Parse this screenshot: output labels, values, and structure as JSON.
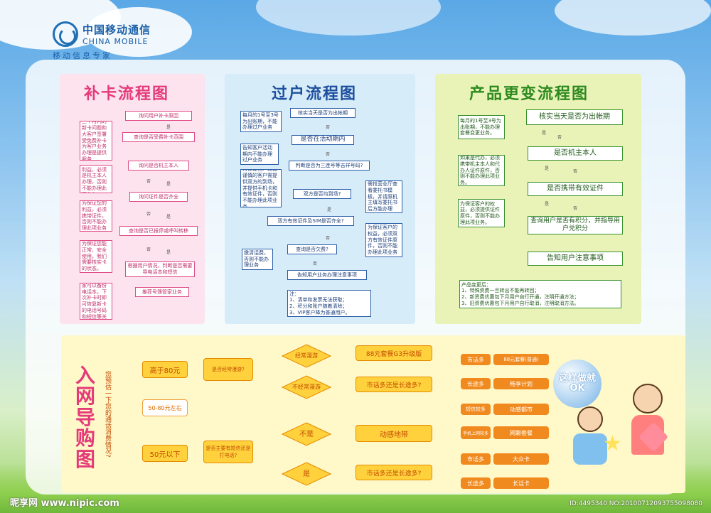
{
  "brand": {
    "cn": "中国移动通信",
    "en": "CHINA MOBILE",
    "slogan": "移动信息专家"
  },
  "colors": {
    "pink": "#e04b86",
    "blue": "#2b5ea8",
    "green": "#3a8f2c",
    "orange": "#f08a1e"
  },
  "card": {
    "title": "补卡流程图",
    "steps": [
      "询问用户补卡原因",
      "查询是否受费补卡范围",
      "询问是否机主本人",
      "询问证件是否齐全",
      "查询是否已报停或呼叫转移",
      "根据用户情况，判断是否需要导电话本和短信",
      "推荐号簿管家业务"
    ],
    "notes": [
      "三个月内的新卡问题和大客户签署受免费补卡为客户业务办理是提供服务",
      "为保证您的利益，必须是机主本人办理，否则不能办理此项业务",
      "为保证您的利益，必须携带证件，否则不能办理此项业务",
      "为保证您能正常、安全使用，我们需要核实卡的状态。",
      "开通号簿管家可以备份电话本，下次补卡时即可恢复新卡的电话号码和短信等关联"
    ],
    "yes": "是",
    "no": "否"
  },
  "transfer": {
    "title": "过户流程图",
    "steps": [
      "核实当天是否为出帐期",
      "是否在活动期内",
      "判断是否为三连号等吉祥号码?",
      "双方是否均到场?",
      "双方有效证件及SIM是否齐全?",
      "查询是否欠费?",
      "告知用户业务办理注意事项"
    ],
    "notes": [
      "每月的1号至3号为出账期，不能办理过户业务",
      "告知客户活动期内不能办理过户业务",
      "为保证客户权益谨慎的客户需提供双方的到场，并提供手机卡和有效证件，否则不能办理此项业务",
      "需找营业厅查看委托书模板，并请原机主填写委托书后方能办理",
      "为保证客户的权益，必须双方有效证件原件，否则不能办理此项业务",
      "缴清话费，否则不能办理业务"
    ],
    "final": "注：\n1、清单和发票无法获取；\n2、积分和账户随着清除；\n3、VIP客户降为普通用户。",
    "yes": "是",
    "no": "否"
  },
  "product": {
    "title": "产品更变流程图",
    "steps": [
      "核实当天是否为出帐期",
      "是否机主本人",
      "是否携带有效证件",
      "查询用户是否有积分，并指导用户兑积分",
      "告知用户注意事项"
    ],
    "notes": [
      "每月的1号至3号为出账期，不能办理套餐变更业务。",
      "如果是代办，必须携带机主本人和代办人证件原件，否则不能办理此项业务。",
      "为保证客户的权益，必须提供证件原件，否则不能办理此项业务。"
    ],
    "final": "产品变更后：\n1、特殊资费一旦转出不能再转回；\n2、新资费优惠包下月用户自行开通，注明开通方法；\n3、旧资费优惠包下月用户自行取消，注明取消方法。",
    "yes": "是",
    "no": "否"
  },
  "guide": {
    "title": "入网导购图",
    "ask": "您预估一下您的通话消费情况?",
    "tiers": [
      "高于80元",
      "50-80元左右",
      "50元以下"
    ],
    "q1": "是否经常漫游?",
    "q2": "是否主要有短信还是打电话?",
    "d1": "经常漫游",
    "d2": "不经常漫游",
    "d3": "不是",
    "d4": "是",
    "r1": "88元套餐G3升级版",
    "r2": "市话多还是长途多?",
    "r3": "动感地带",
    "r4": "市话多还是长途多?",
    "leaf": [
      {
        "tag": "市话多",
        "val": "88元套餐(普通)"
      },
      {
        "tag": "长途多",
        "val": "畅享计划"
      },
      {
        "tag": "短信较多",
        "val": "动感都市"
      },
      {
        "tag": "手机上网较多",
        "val": "网聊套餐"
      },
      {
        "tag": "市话多",
        "val": "大众卡"
      },
      {
        "tag": "长途多",
        "val": "长话卡"
      }
    ],
    "balloon": "这样做就OK"
  },
  "footer": {
    "watermark": "昵享网 www.nipic.com",
    "id": "ID:4495340 NO:20100712093755098080"
  }
}
